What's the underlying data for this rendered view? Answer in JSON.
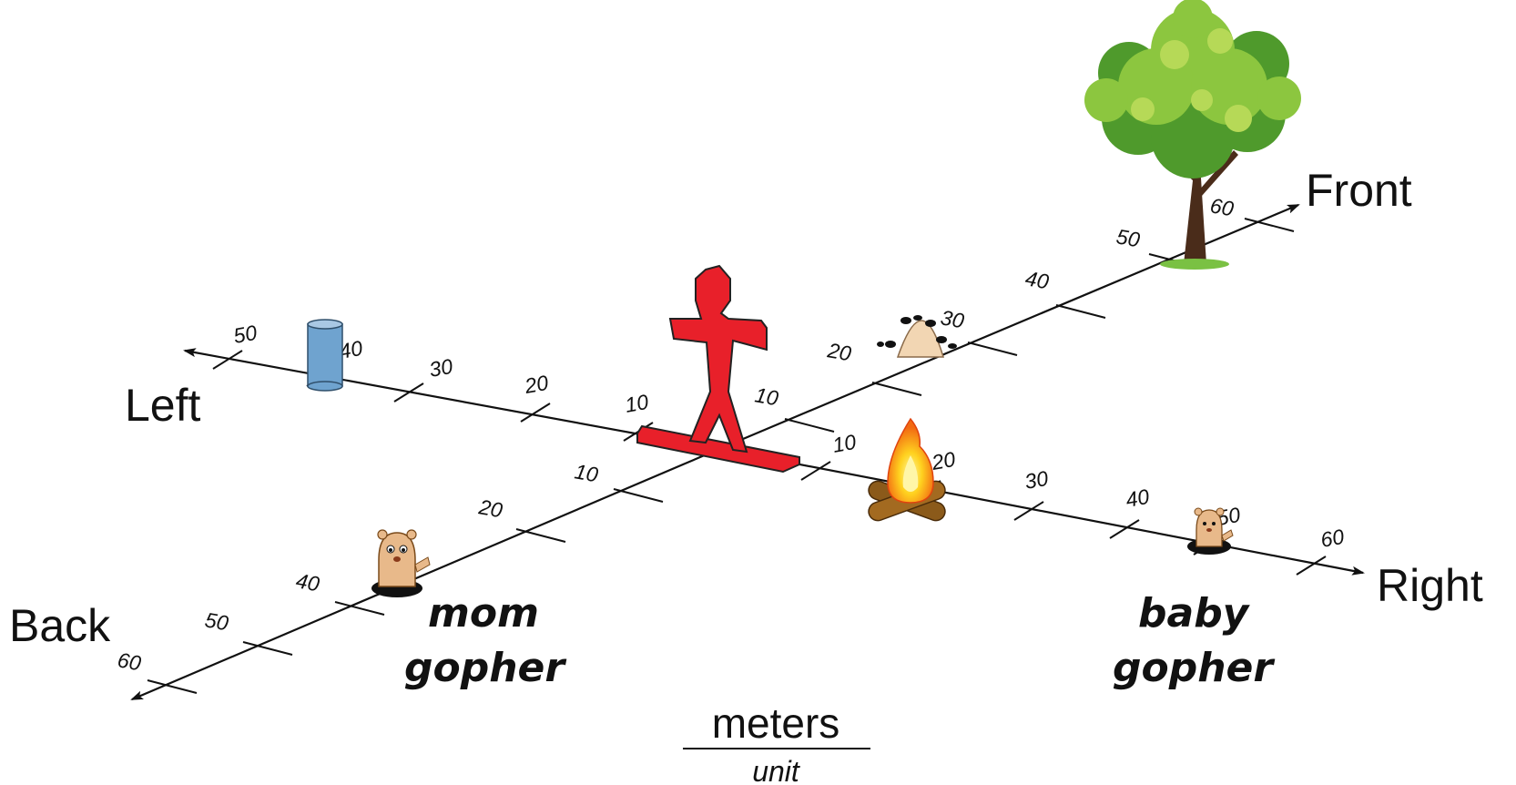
{
  "directions": {
    "front": "Front",
    "back": "Back",
    "left": "Left",
    "right": "Right"
  },
  "axes": {
    "right_ticks": [
      "10",
      "20",
      "30",
      "40",
      "50",
      "60"
    ],
    "left_ticks": [
      "10",
      "20",
      "30",
      "40",
      "50"
    ],
    "front_ticks": [
      "10",
      "20",
      "30",
      "40",
      "50",
      "60"
    ],
    "back_ticks": [
      "10",
      "20",
      "40",
      "50",
      "60"
    ]
  },
  "labels": {
    "mom_gopher_line1": "mom",
    "mom_gopher_line2": "gopher",
    "baby_gopher_line1": "baby",
    "baby_gopher_line2": "gopher"
  },
  "unit": {
    "numerator": "meters",
    "denominator": "unit"
  },
  "objects": [
    {
      "name": "person-figure",
      "icon": "person-icon",
      "color": "#e8202a"
    },
    {
      "name": "blue-can",
      "icon": "cylinder-icon",
      "color": "#6fa3cf"
    },
    {
      "name": "tree",
      "icon": "tree-icon",
      "color": "#6bb33a"
    },
    {
      "name": "ant-hill",
      "icon": "anthill-icon",
      "color": "#f2d6b3"
    },
    {
      "name": "campfire",
      "icon": "campfire-icon",
      "color": "#f7a21b"
    },
    {
      "name": "mom-gopher",
      "icon": "gopher-icon",
      "color": "#e8b98a"
    },
    {
      "name": "baby-gopher",
      "icon": "gopher-icon",
      "color": "#e8b98a"
    }
  ]
}
